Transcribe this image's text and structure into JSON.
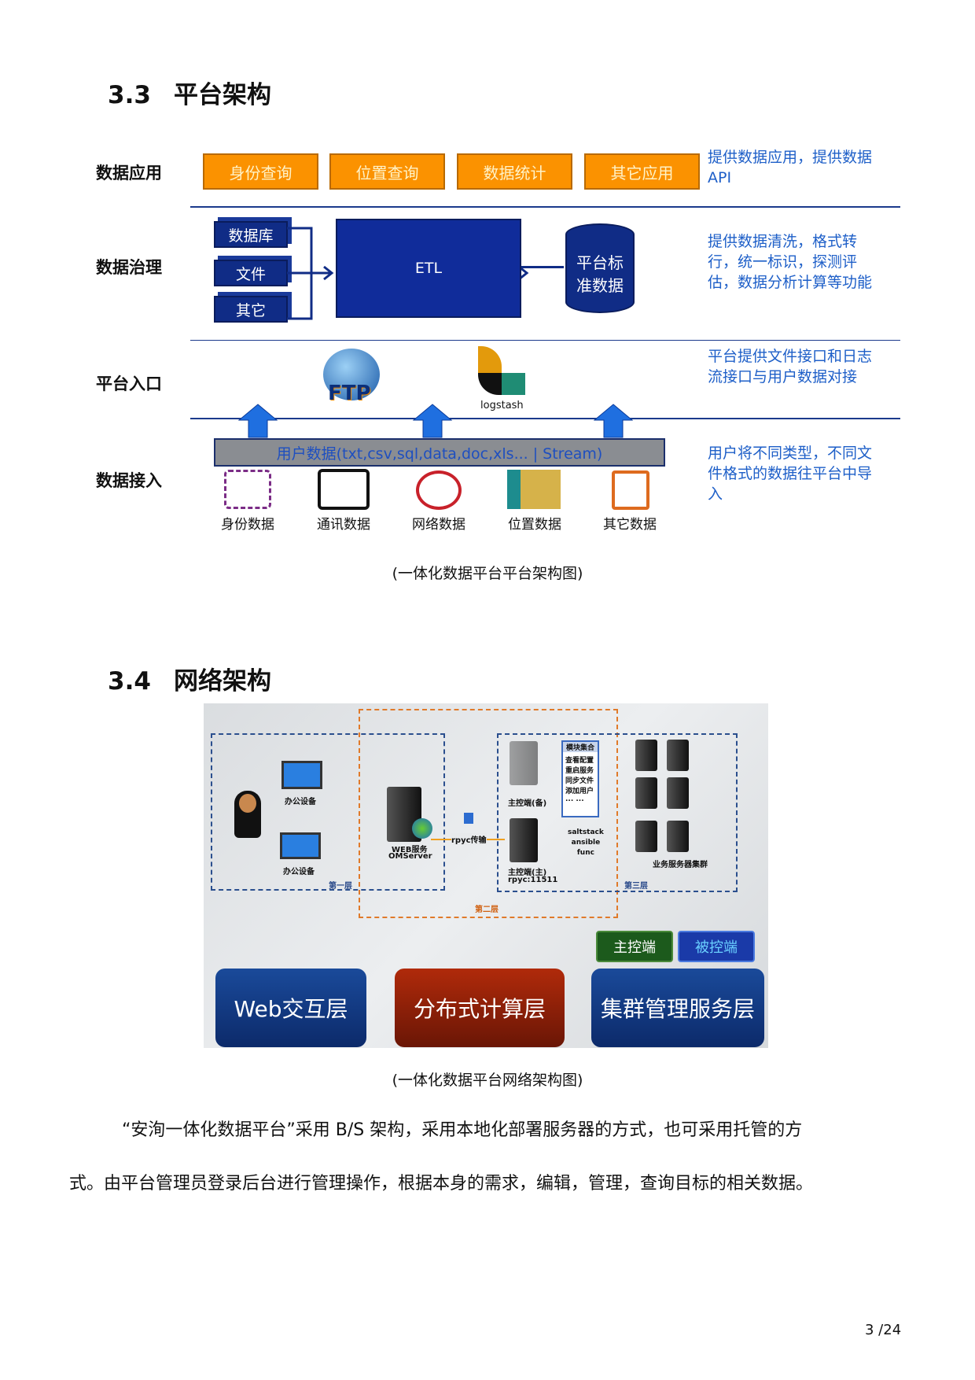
{
  "section33": {
    "num": "3.3",
    "title": "平台架构"
  },
  "arch": {
    "layers": [
      "数据应用",
      "数据治理",
      "平台入口",
      "数据接入"
    ],
    "apps": [
      "身份查询",
      "位置查询",
      "数据统计",
      "其它应用"
    ],
    "sources": [
      "数据库",
      "文件",
      "其它"
    ],
    "etl": "ETL",
    "db": "平台标准数据",
    "entry_logo_ftp": "FTP",
    "entry_logo_logstash": "logstash",
    "userdata": "用户数据(txt,csv,sql,data,doc,xls... | Stream)",
    "inputs": [
      "身份数据",
      "通讯数据",
      "网络数据",
      "位置数据",
      "其它数据"
    ],
    "descs": [
      "提供数据应用，提供数据API",
      "提供数据清洗，格式转行，统一标识，探测评估，数据分析计算等功能",
      "平台提供文件接口和日志流接口与用户数据对接",
      "用户将不同类型，不同文件格式的数据往平台中导入"
    ],
    "caption": "(一体化数据平台平台架构图)"
  },
  "section34": {
    "num": "3.4",
    "title": "网络架构"
  },
  "net": {
    "office1": "办公设备",
    "office2": "办公设备",
    "web": "WEB服务",
    "omserver": "OMServer",
    "rpyc": "rpyc传输",
    "master_backup": "主控端(备)",
    "master_main": "主控端(主)",
    "rpyc_port": "rpyc:11511",
    "module_title": "模块集合",
    "modules": [
      "查看配置",
      "重启服务",
      "同步文件",
      "添加用户",
      "... ..."
    ],
    "tools": [
      "saltstack",
      "ansible",
      "func"
    ],
    "cluster": "业务服务器集群",
    "layer1": "第一层",
    "layer2": "第二层",
    "layer3": "第三层",
    "legend_master": "主控端",
    "legend_slave": "被控端",
    "tiers": [
      "Web交互层",
      "分布式计算层",
      "集群管理服务层"
    ],
    "caption": "(一体化数据平台网络架构图)"
  },
  "body": {
    "p1": "“安洵一体化数据平台”采用 B/S 架构，采用本地化部署服务器的方式，也可采用托管的方",
    "p2": "式。由平台管理员登录后台进行管理操作，根据本身的需求，编辑，管理，查询目标的相关数据。"
  },
  "page": "3 /24"
}
